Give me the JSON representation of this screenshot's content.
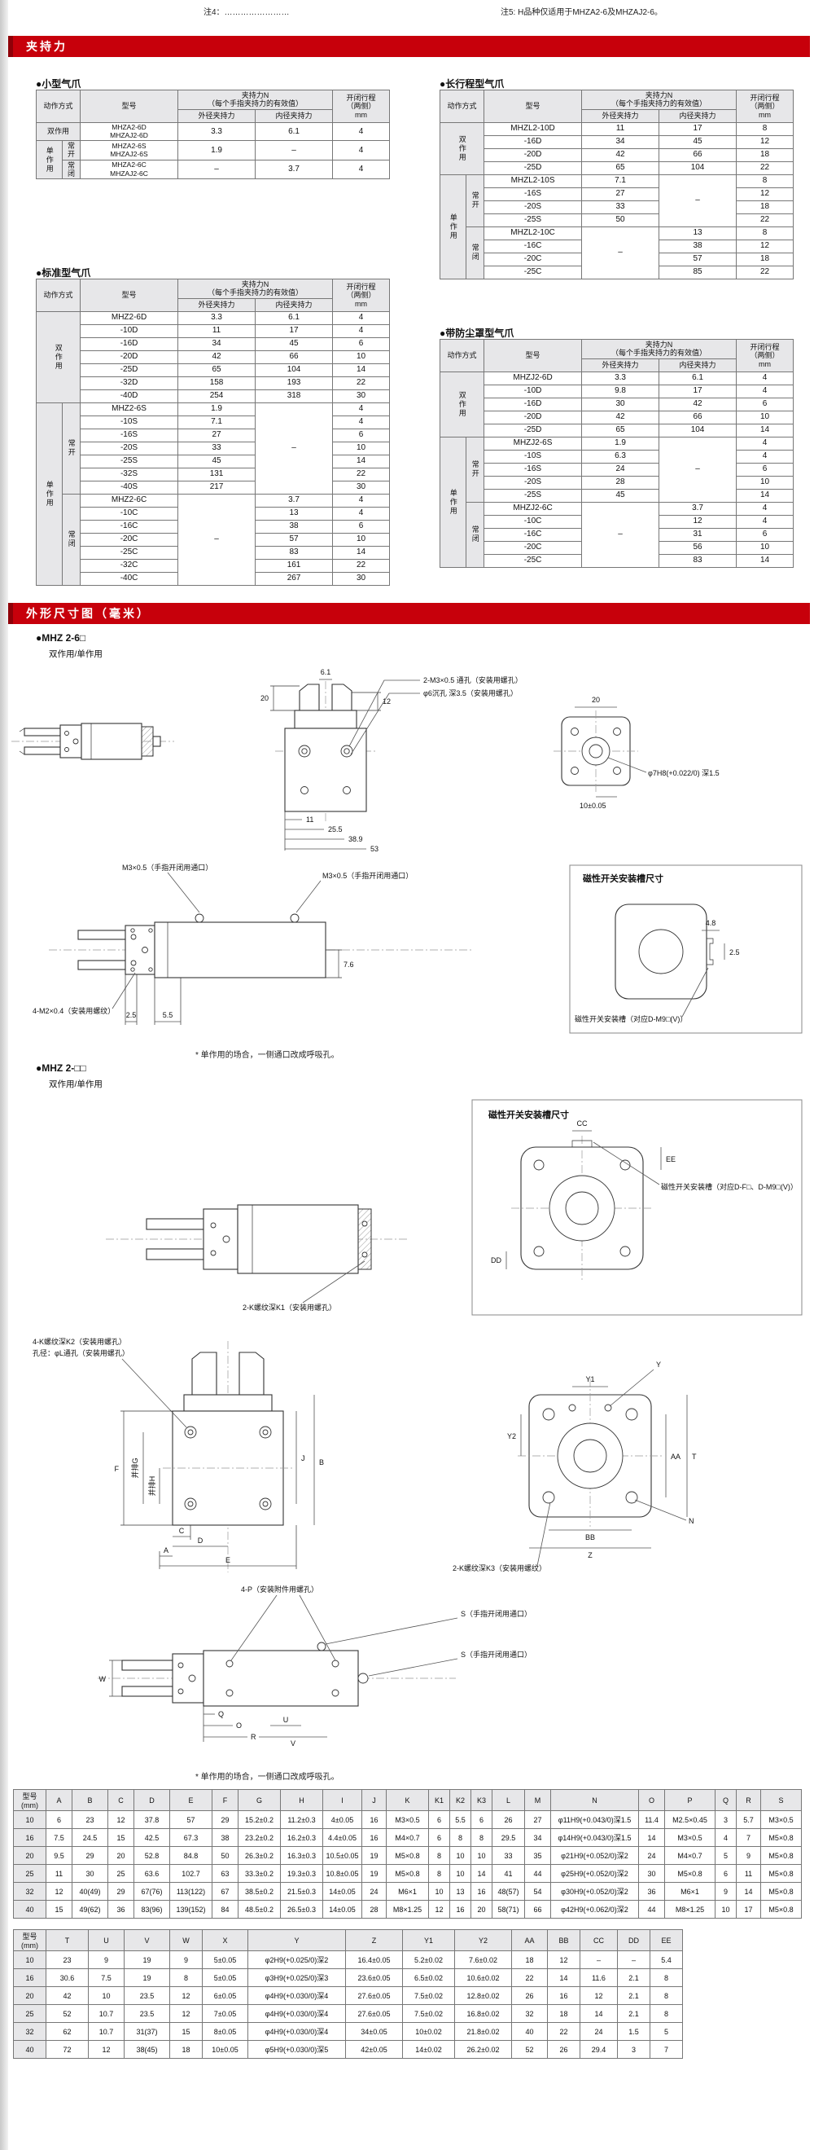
{
  "meta": {
    "accent_red": "#c7000b",
    "header_gray": "#e7e7e9"
  },
  "top_notes": {
    "left": "注4：……………………",
    "right": "注5: H品种仅适用于MHZA2-6及MHZAJ2-6。"
  },
  "sections": {
    "force_title": "夹持力",
    "dims_title": "外形尺寸图（毫米）"
  },
  "force_tables": {
    "small": {
      "title": "●小型气爪",
      "rows": [
        [
          {
            "t": "动作方式",
            "rs": 2,
            "cs": 2,
            "cls": "hd"
          },
          {
            "t": "型号",
            "rs": 2,
            "cls": "hd"
          },
          {
            "t": "夹持力N\n（每个手指夹持力的有效值）",
            "cs": 2,
            "cls": "hd"
          },
          {
            "t": "开闭行程\n（两侧）\nmm",
            "rs": 2,
            "cls": "hd"
          }
        ],
        [
          {
            "t": "外径夹持力",
            "cls": "hd"
          },
          {
            "t": "内径夹持力",
            "cls": "hd"
          }
        ],
        [
          {
            "t": "双作用",
            "cs": 2,
            "cls": "hd"
          },
          {
            "t": "MHZA2-6D\nMHZAJ2-6D",
            "cls": "model2"
          },
          "3.3",
          "6.1",
          "4"
        ],
        [
          {
            "t": "单作用",
            "rs": 2,
            "cls": "hd vert"
          },
          {
            "t": "常开",
            "cls": "hd"
          },
          {
            "t": "MHZA2-6S\nMHZAJ2-6S",
            "cls": "model2"
          },
          "1.9",
          "–",
          "4"
        ],
        [
          {
            "t": "常闭",
            "cls": "hd"
          },
          {
            "t": "MHZA2-6C\nMHZAJ2-6C",
            "cls": "model2"
          },
          "–",
          "3.7",
          "4"
        ]
      ]
    },
    "long": {
      "title": "●长行程型气爪",
      "rows": [
        [
          {
            "t": "动作方式",
            "rs": 2,
            "cs": 2,
            "cls": "hd"
          },
          {
            "t": "型号",
            "rs": 2,
            "cls": "hd"
          },
          {
            "t": "夹持力N\n（每个手指夹持力的有效值）",
            "cs": 2,
            "cls": "hd"
          },
          {
            "t": "开闭行程\n（两侧）\nmm",
            "rs": 2,
            "cls": "hd"
          }
        ],
        [
          {
            "t": "外径夹持力",
            "cls": "hd"
          },
          {
            "t": "内径夹持力",
            "cls": "hd"
          }
        ],
        [
          {
            "t": "双作用",
            "rs": 4,
            "cs": 2,
            "cls": "hd vert"
          },
          "MHZL2-10D",
          "11",
          "17",
          "8"
        ],
        [
          "-16D",
          "34",
          "45",
          "12"
        ],
        [
          "-20D",
          "42",
          "66",
          "18"
        ],
        [
          "-25D",
          "65",
          "104",
          "22"
        ],
        [
          {
            "t": "单作用",
            "rs": 8,
            "cls": "hd vert"
          },
          {
            "t": "常开",
            "rs": 4,
            "cls": "hd vert"
          },
          "MHZL2-10S",
          "7.1",
          {
            "t": "–",
            "rs": 4
          },
          "8"
        ],
        [
          "-16S",
          "27",
          "12"
        ],
        [
          "-20S",
          "33",
          "18"
        ],
        [
          "-25S",
          "50",
          "22"
        ],
        [
          {
            "t": "常闭",
            "rs": 4,
            "cls": "hd vert"
          },
          "MHZL2-10C",
          {
            "t": "–",
            "rs": 4
          },
          "13",
          "8"
        ],
        [
          "-16C",
          "38",
          "12"
        ],
        [
          "-20C",
          "57",
          "18"
        ],
        [
          "-25C",
          "85",
          "22"
        ]
      ]
    },
    "standard": {
      "title": "●标准型气爪",
      "rows": [
        [
          {
            "t": "动作方式",
            "rs": 2,
            "cs": 2,
            "cls": "hd"
          },
          {
            "t": "型号",
            "rs": 2,
            "cls": "hd"
          },
          {
            "t": "夹持力N\n（每个手指夹持力的有效值）",
            "cs": 2,
            "cls": "hd"
          },
          {
            "t": "开闭行程\n（两侧）\nmm",
            "rs": 2,
            "cls": "hd"
          }
        ],
        [
          {
            "t": "外径夹持力",
            "cls": "hd"
          },
          {
            "t": "内径夹持力",
            "cls": "hd"
          }
        ],
        [
          {
            "t": "双作用",
            "rs": 7,
            "cs": 2,
            "cls": "hd vert"
          },
          "MHZ2-6D",
          "3.3",
          "6.1",
          "4"
        ],
        [
          "-10D",
          "11",
          "17",
          "4"
        ],
        [
          "-16D",
          "34",
          "45",
          "6"
        ],
        [
          "-20D",
          "42",
          "66",
          "10"
        ],
        [
          "-25D",
          "65",
          "104",
          "14"
        ],
        [
          "-32D",
          "158",
          "193",
          "22"
        ],
        [
          "-40D",
          "254",
          "318",
          "30"
        ],
        [
          {
            "t": "单作用",
            "rs": 14,
            "cls": "hd vert"
          },
          {
            "t": "常开",
            "rs": 7,
            "cls": "hd vert"
          },
          "MHZ2-6S",
          "1.9",
          {
            "t": "–",
            "rs": 7
          },
          "4"
        ],
        [
          "-10S",
          "7.1",
          "4"
        ],
        [
          "-16S",
          "27",
          "6"
        ],
        [
          "-20S",
          "33",
          "10"
        ],
        [
          "-25S",
          "45",
          "14"
        ],
        [
          "-32S",
          "131",
          "22"
        ],
        [
          "-40S",
          "217",
          "30"
        ],
        [
          {
            "t": "常闭",
            "rs": 7,
            "cls": "hd vert"
          },
          "MHZ2-6C",
          {
            "t": "–",
            "rs": 7
          },
          "3.7",
          "4"
        ],
        [
          "-10C",
          "13",
          "4"
        ],
        [
          "-16C",
          "38",
          "6"
        ],
        [
          "-20C",
          "57",
          "10"
        ],
        [
          "-25C",
          "83",
          "14"
        ],
        [
          "-32C",
          "161",
          "22"
        ],
        [
          "-40C",
          "267",
          "30"
        ]
      ]
    },
    "dust": {
      "title": "●带防尘罩型气爪",
      "rows": [
        [
          {
            "t": "动作方式",
            "rs": 2,
            "cs": 2,
            "cls": "hd"
          },
          {
            "t": "型号",
            "rs": 2,
            "cls": "hd"
          },
          {
            "t": "夹持力N\n（每个手指夹持力的有效值）",
            "cs": 2,
            "cls": "hd"
          },
          {
            "t": "开闭行程\n（两侧）\nmm",
            "rs": 2,
            "cls": "hd"
          }
        ],
        [
          {
            "t": "外径夹持力",
            "cls": "hd"
          },
          {
            "t": "内径夹持力",
            "cls": "hd"
          }
        ],
        [
          {
            "t": "双作用",
            "rs": 5,
            "cs": 2,
            "cls": "hd vert"
          },
          "MHZJ2-6D",
          "3.3",
          "6.1",
          "4"
        ],
        [
          "-10D",
          "9.8",
          "17",
          "4"
        ],
        [
          "-16D",
          "30",
          "42",
          "6"
        ],
        [
          "-20D",
          "42",
          "66",
          "10"
        ],
        [
          "-25D",
          "65",
          "104",
          "14"
        ],
        [
          {
            "t": "单作用",
            "rs": 10,
            "cls": "hd vert"
          },
          {
            "t": "常开",
            "rs": 5,
            "cls": "hd vert"
          },
          "MHZJ2-6S",
          "1.9",
          {
            "t": "–",
            "rs": 5
          },
          "4"
        ],
        [
          "-10S",
          "6.3",
          "4"
        ],
        [
          "-16S",
          "24",
          "6"
        ],
        [
          "-20S",
          "28",
          "10"
        ],
        [
          "-25S",
          "45",
          "14"
        ],
        [
          {
            "t": "常闭",
            "rs": 5,
            "cls": "hd vert"
          },
          "MHZJ2-6C",
          {
            "t": "–",
            "rs": 5
          },
          "3.7",
          "4"
        ],
        [
          "-10C",
          "12",
          "4"
        ],
        [
          "-16C",
          "31",
          "6"
        ],
        [
          "-20C",
          "56",
          "10"
        ],
        [
          "-25C",
          "83",
          "14"
        ]
      ]
    }
  },
  "drawings": {
    "model1_title": "●MHZ 2-6□",
    "model1_sub": "双作用/单作用",
    "model2_title": "●MHZ 2-□□",
    "model2_sub": "双作用/单作用",
    "switch_box_title": "磁性开关安装槽尺寸",
    "footnote": "* 单作用的场合，一侧通口改成呼吸孔。",
    "d1": {
      "callout_thread": "2-M3×0.5 通孔（安装用螺孔）",
      "callout_counterbore": "φ6沉孔 深3.5（安装用螺孔）",
      "dim_jaw_h": "20",
      "dim_jaw_r": "12",
      "dim_gap": "6.1",
      "dim_c1": "11",
      "dim_c2": "25.5",
      "dim_c3": "38.9",
      "dim_c4": "53",
      "dim_sq": "20",
      "callout_pilot": "φ7H8(+0.022/0) 深1.5",
      "dim_pitch": "10±0.05"
    },
    "d2": {
      "callout_port1": "M3×0.5（手指开闭用通口）",
      "callout_port2": "M3×0.5（手指开闭用通口）",
      "callout_mount": "4-M2×0.4（安装用螺纹）",
      "dim_a": "2.5",
      "dim_b": "5.5",
      "dim_c": "7.6",
      "groove_w": "4.8",
      "groove_d": "2.5",
      "groove_label": "磁性开关安装槽（对应D-M9□(V)）"
    },
    "d3": {
      "callout_k1": "2-K螺纹深K1（安装用螺孔）",
      "groove_label": "磁性开关安装槽（对应D-F□、D-M9□(V)）",
      "cc": "CC",
      "dd": "DD",
      "ee": "EE"
    },
    "d4": {
      "callout_k2a": "4-K螺纹深K2（安装用螺孔）",
      "callout_k2b": "孔径：φL通孔（安装用螺孔）",
      "callout_k3": "2-K螺纹深K3（安装用螺纹）",
      "f": "F",
      "g": "并排G",
      "h": "并排H",
      "c": "C",
      "d": "D",
      "a": "A",
      "e": "E",
      "j": "J",
      "b": "B",
      "y": "Y",
      "y1": "Y1",
      "y2": "Y2",
      "aa": "AA",
      "t": "T",
      "bb": "BB",
      "n": "N",
      "z": "Z"
    },
    "d5": {
      "callout_p": "4-P（安装附件用螺孔）",
      "callout_s1": "S（手指开闭用通口）",
      "callout_s2": "S（手指开闭用通口）",
      "w": "W",
      "q": "Q",
      "o": "O",
      "r": "R",
      "u": "U",
      "v": "V"
    }
  },
  "dim_table_1": {
    "rows": [
      [
        {
          "t": "型号\n(mm)",
          "cls": "hd"
        },
        {
          "t": "A",
          "cls": "hd"
        },
        {
          "t": "B",
          "cls": "hd"
        },
        {
          "t": "C",
          "cls": "hd"
        },
        {
          "t": "D",
          "cls": "hd"
        },
        {
          "t": "E",
          "cls": "hd"
        },
        {
          "t": "F",
          "cls": "hd"
        },
        {
          "t": "G",
          "cls": "hd"
        },
        {
          "t": "H",
          "cls": "hd"
        },
        {
          "t": "I",
          "cls": "hd"
        },
        {
          "t": "J",
          "cls": "hd"
        },
        {
          "t": "K",
          "cls": "hd"
        },
        {
          "t": "K1",
          "cls": "hd"
        },
        {
          "t": "K2",
          "cls": "hd"
        },
        {
          "t": "K3",
          "cls": "hd"
        },
        {
          "t": "L",
          "cls": "hd"
        },
        {
          "t": "M",
          "cls": "hd"
        },
        {
          "t": "N",
          "cls": "hd"
        },
        {
          "t": "O",
          "cls": "hd"
        },
        {
          "t": "P",
          "cls": "hd"
        },
        {
          "t": "Q",
          "cls": "hd"
        },
        {
          "t": "R",
          "cls": "hd"
        },
        {
          "t": "S",
          "cls": "hd"
        }
      ],
      [
        {
          "t": "10",
          "cls": "hd"
        },
        "6",
        "23",
        "12",
        "37.8",
        "57",
        "29",
        "15.2±0.2",
        "11.2±0.3",
        "4±0.05",
        "16",
        "M3×0.5",
        "6",
        "5.5",
        "6",
        "26",
        "27",
        "φ11H9(+0.043/0)深1.5",
        "11.4",
        "M2.5×0.45",
        "3",
        "5.7",
        "M3×0.5"
      ],
      [
        {
          "t": "16",
          "cls": "hd"
        },
        "7.5",
        "24.5",
        "15",
        "42.5",
        "67.3",
        "38",
        "23.2±0.2",
        "16.2±0.3",
        "4.4±0.05",
        "16",
        "M4×0.7",
        "6",
        "8",
        "8",
        "29.5",
        "34",
        "φ14H9(+0.043/0)深1.5",
        "14",
        "M3×0.5",
        "4",
        "7",
        "M5×0.8"
      ],
      [
        {
          "t": "20",
          "cls": "hd"
        },
        "9.5",
        "29",
        "20",
        "52.8",
        "84.8",
        "50",
        "26.3±0.2",
        "16.3±0.3",
        "10.5±0.05",
        "19",
        "M5×0.8",
        "8",
        "10",
        "10",
        "33",
        "35",
        "φ21H9(+0.052/0)深2",
        "24",
        "M4×0.7",
        "5",
        "9",
        "M5×0.8"
      ],
      [
        {
          "t": "25",
          "cls": "hd"
        },
        "11",
        "30",
        "25",
        "63.6",
        "102.7",
        "63",
        "33.3±0.2",
        "19.3±0.3",
        "10.8±0.05",
        "19",
        "M5×0.8",
        "8",
        "10",
        "14",
        "41",
        "44",
        "φ25H9(+0.052/0)深2",
        "30",
        "M5×0.8",
        "6",
        "11",
        "M5×0.8"
      ],
      [
        {
          "t": "32",
          "cls": "hd"
        },
        "12",
        "40(49)",
        "29",
        "67(76)",
        "113(122)",
        "67",
        "38.5±0.2",
        "21.5±0.3",
        "14±0.05",
        "24",
        "M6×1",
        "10",
        "13",
        "16",
        "48(57)",
        "54",
        "φ30H9(+0.052/0)深2",
        "36",
        "M6×1",
        "9",
        "14",
        "M5×0.8"
      ],
      [
        {
          "t": "40",
          "cls": "hd"
        },
        "15",
        "49(62)",
        "36",
        "83(96)",
        "139(152)",
        "84",
        "48.5±0.2",
        "26.5±0.3",
        "14±0.05",
        "28",
        "M8×1.25",
        "12",
        "16",
        "20",
        "58(71)",
        "66",
        "φ42H9(+0.062/0)深2",
        "44",
        "M8×1.25",
        "10",
        "17",
        "M5×0.8"
      ]
    ]
  },
  "dim_table_2": {
    "rows": [
      [
        {
          "t": "型号\n(mm)",
          "cls": "hd"
        },
        {
          "t": "T",
          "cls": "hd"
        },
        {
          "t": "U",
          "cls": "hd"
        },
        {
          "t": "V",
          "cls": "hd"
        },
        {
          "t": "W",
          "cls": "hd"
        },
        {
          "t": "X",
          "cls": "hd"
        },
        {
          "t": "Y",
          "cls": "hd"
        },
        {
          "t": "Z",
          "cls": "hd"
        },
        {
          "t": "Y1",
          "cls": "hd"
        },
        {
          "t": "Y2",
          "cls": "hd"
        },
        {
          "t": "AA",
          "cls": "hd"
        },
        {
          "t": "BB",
          "cls": "hd"
        },
        {
          "t": "CC",
          "cls": "hd"
        },
        {
          "t": "DD",
          "cls": "hd"
        },
        {
          "t": "EE",
          "cls": "hd"
        }
      ],
      [
        {
          "t": "10",
          "cls": "hd"
        },
        "23",
        "9",
        "19",
        "9",
        "5±0.05",
        "φ2H9(+0.025/0)深2",
        "16.4±0.05",
        "5.2±0.02",
        "7.6±0.02",
        "18",
        "12",
        "–",
        "–",
        "5.4"
      ],
      [
        {
          "t": "16",
          "cls": "hd"
        },
        "30.6",
        "7.5",
        "19",
        "8",
        "5±0.05",
        "φ3H9(+0.025/0)深3",
        "23.6±0.05",
        "6.5±0.02",
        "10.6±0.02",
        "22",
        "14",
        "11.6",
        "2.1",
        "8"
      ],
      [
        {
          "t": "20",
          "cls": "hd"
        },
        "42",
        "10",
        "23.5",
        "12",
        "6±0.05",
        "φ4H9(+0.030/0)深4",
        "27.6±0.05",
        "7.5±0.02",
        "12.8±0.02",
        "26",
        "16",
        "12",
        "2.1",
        "8"
      ],
      [
        {
          "t": "25",
          "cls": "hd"
        },
        "52",
        "10.7",
        "23.5",
        "12",
        "7±0.05",
        "φ4H9(+0.030/0)深4",
        "27.6±0.05",
        "7.5±0.02",
        "16.8±0.02",
        "32",
        "18",
        "14",
        "2.1",
        "8"
      ],
      [
        {
          "t": "32",
          "cls": "hd"
        },
        "62",
        "10.7",
        "31(37)",
        "15",
        "8±0.05",
        "φ4H9(+0.030/0)深4",
        "34±0.05",
        "10±0.02",
        "21.8±0.02",
        "40",
        "22",
        "24",
        "1.5",
        "5"
      ],
      [
        {
          "t": "40",
          "cls": "hd"
        },
        "72",
        "12",
        "38(45)",
        "18",
        "10±0.05",
        "φ5H9(+0.030/0)深5",
        "42±0.05",
        "14±0.02",
        "26.2±0.02",
        "52",
        "26",
        "29.4",
        "3",
        "7"
      ]
    ]
  }
}
